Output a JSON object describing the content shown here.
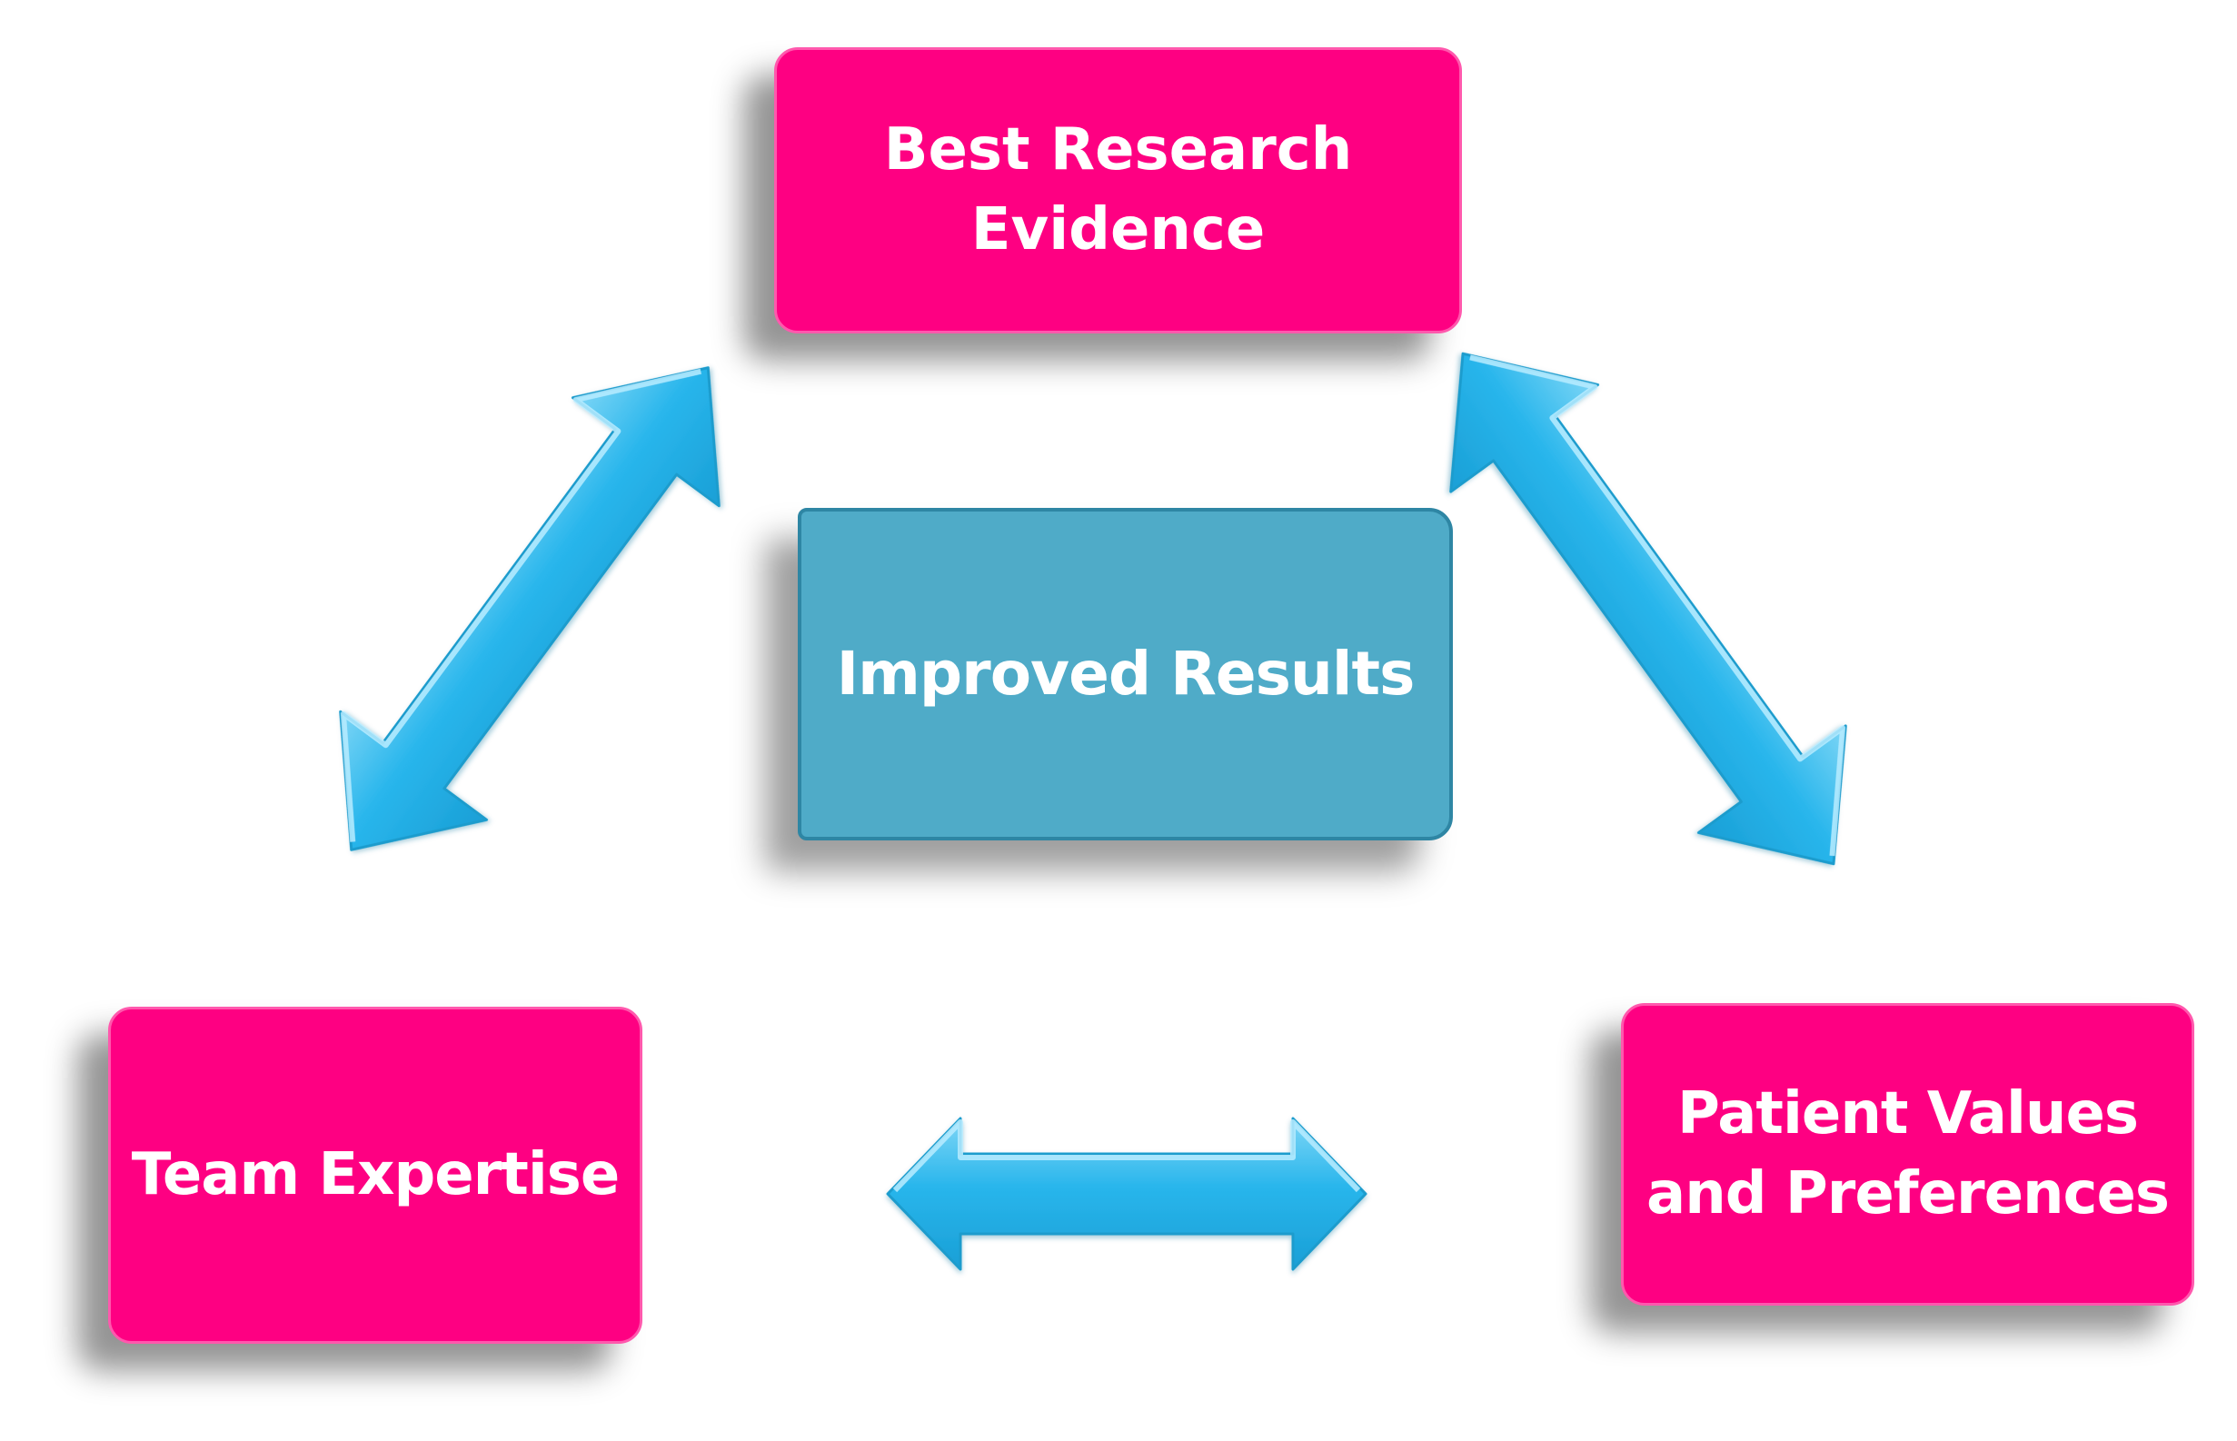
{
  "diagram": {
    "top_node": {
      "line1": "Best Research",
      "line2": "Evidence"
    },
    "center_node": {
      "label": "Improved Results"
    },
    "left_node": {
      "label": "Team Expertise"
    },
    "right_node": {
      "line1": "Patient Values",
      "line2": "and Preferences"
    },
    "colors": {
      "node_pink": "#fe0082",
      "node_center_blue": "#4fabc8",
      "arrow_blue": "#29b6ec",
      "text": "#ffffff"
    },
    "arrows": [
      {
        "from": "Team Expertise",
        "to": "Best Research Evidence",
        "direction": "bidirectional"
      },
      {
        "from": "Best Research Evidence",
        "to": "Patient Values and Preferences",
        "direction": "bidirectional"
      },
      {
        "from": "Team Expertise",
        "to": "Patient Values and Preferences",
        "direction": "bidirectional"
      }
    ]
  }
}
